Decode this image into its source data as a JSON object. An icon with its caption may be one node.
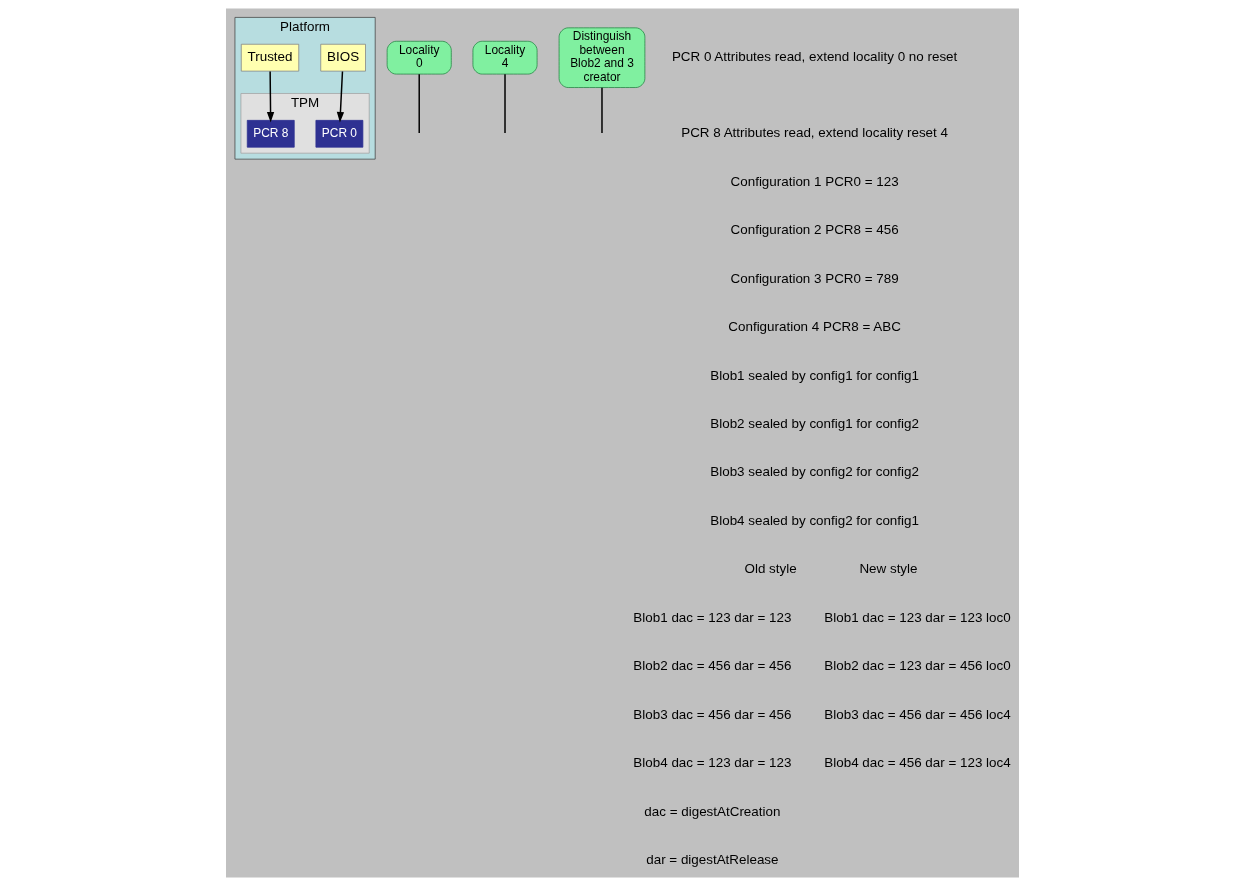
{
  "diagram": {
    "nodes": [
      {
        "text": [
          "Platform"
        ]
      },
      {
        "text": [
          "BIOS"
        ],
        "in": 0
      },
      {
        "text": [
          "Trusted"
        ],
        "in": 0
      },
      {
        "text": [
          "TPM"
        ],
        "in": 0
      },
      {
        "text": [
          "PCR 0"
        ],
        "in": 3
      },
      {
        "text": [
          "PCR 8"
        ],
        "in": 3
      },
      {
        "text": [
          "Locality 0"
        ]
      },
      {
        "text": [
          "Locality 4"
        ]
      },
      {
        "text": [
          "Distinguish between Blob2 and 3 creator"
        ]
      }
    ],
    "edges": [
      {
        "from": 1,
        "to": 4,
        "arrow": "to"
      },
      {
        "from": 2,
        "to": 5,
        "arrow": "to"
      },
      {
        "from": 6,
        "to": null,
        "arrow": "none"
      },
      {
        "from": 7,
        "to": null,
        "arrow": "none"
      },
      {
        "from": 8,
        "to": null,
        "arrow": "none"
      }
    ],
    "labels": [
      "PCR 0 Attributes read, extend locality 0 no reset",
      "PCR 8 Attributes read, extend locality reset 4",
      "Configuration 1 PCR0 = 123",
      "Configuration 2 PCR8 = 456",
      "Configuration 3 PCR0 = 789",
      "Configuration 4 PCR8 = ABC",
      "Blob1 sealed by config1 for config1",
      "Blob2 sealed by config1 for config2",
      "Blob3 sealed by config2 for config2",
      "Blob4 sealed by config2 for config1",
      "Old style",
      "Blob1 dac = 123 dar = 123",
      "Blob2 dac = 456 dar = 456",
      "Blob3 dac = 456 dar = 456",
      "Blob4 dac = 123 dar = 123",
      "New style",
      "Blob1 dac = 123 dar = 123 loc0",
      "Blob2 dac = 123 dar = 456 loc0",
      "Blob3 dac = 456 dar = 456 loc4",
      "Blob4 dac = 456 dar = 123 loc4",
      "dac = digestAtCreation",
      "dar = digestAtRelease"
    ]
  }
}
